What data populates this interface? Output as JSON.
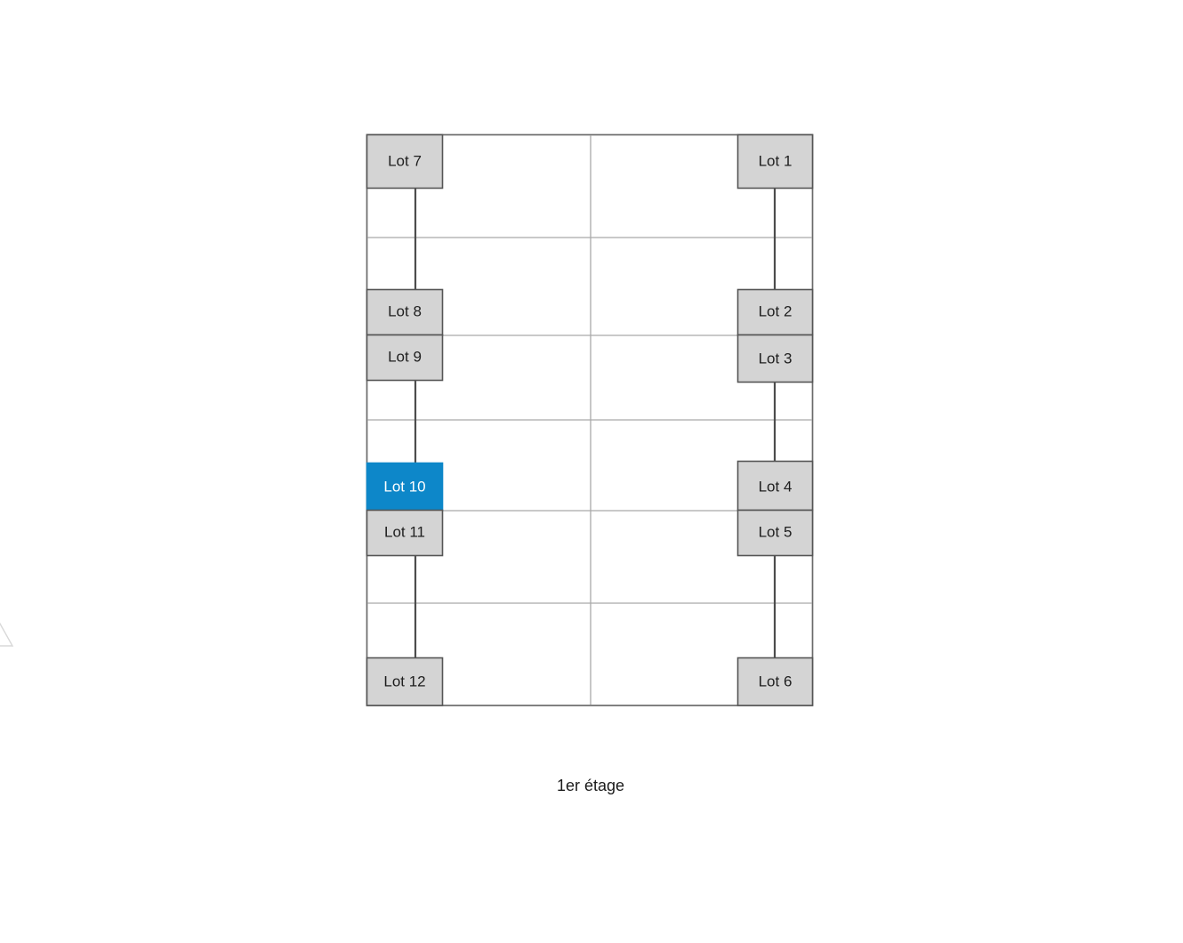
{
  "plan": {
    "caption": "1er étage",
    "selected_lot": "Lot 10",
    "colors": {
      "lot_fill": "#d4d4d4",
      "lot_stroke": "#555555",
      "selected_fill": "#0d87c9",
      "selected_text": "#ffffff",
      "wall_stroke": "#6b6b6b",
      "grid_stroke": "#a9a9a9",
      "connector_stroke": "#4d4d4d",
      "background": "#ffffff",
      "text": "#1e1e1e"
    },
    "lots": [
      {
        "id": "lot-7",
        "label": "Lot 7",
        "side": "left",
        "selected": false
      },
      {
        "id": "lot-8",
        "label": "Lot 8",
        "side": "left",
        "selected": false
      },
      {
        "id": "lot-9",
        "label": "Lot 9",
        "side": "left",
        "selected": false
      },
      {
        "id": "lot-10",
        "label": "Lot 10",
        "side": "left",
        "selected": true
      },
      {
        "id": "lot-11",
        "label": "Lot 11",
        "side": "left",
        "selected": false
      },
      {
        "id": "lot-12",
        "label": "Lot 12",
        "side": "left",
        "selected": false
      },
      {
        "id": "lot-1",
        "label": "Lot 1",
        "side": "right",
        "selected": false
      },
      {
        "id": "lot-2",
        "label": "Lot 2",
        "side": "right",
        "selected": false
      },
      {
        "id": "lot-3",
        "label": "Lot 3",
        "side": "right",
        "selected": false
      },
      {
        "id": "lot-4",
        "label": "Lot 4",
        "side": "right",
        "selected": false
      },
      {
        "id": "lot-5",
        "label": "Lot 5",
        "side": "right",
        "selected": false
      },
      {
        "id": "lot-6",
        "label": "Lot 6",
        "side": "right",
        "selected": false
      }
    ],
    "labels": {
      "lot_7": "Lot 7",
      "lot_8": "Lot 8",
      "lot_9": "Lot 9",
      "lot_10": "Lot 10",
      "lot_11": "Lot 11",
      "lot_12": "Lot 12",
      "lot_1": "Lot 1",
      "lot_2": "Lot 2",
      "lot_3": "Lot 3",
      "lot_4": "Lot 4",
      "lot_5": "Lot 5",
      "lot_6": "Lot 6"
    }
  }
}
